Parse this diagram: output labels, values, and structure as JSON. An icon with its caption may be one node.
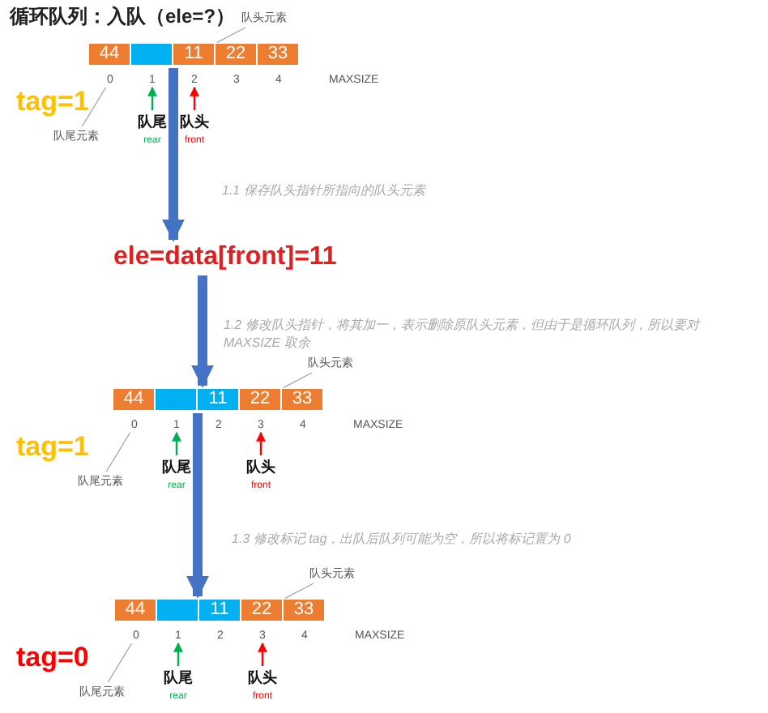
{
  "diagram": {
    "title": "循环队列：入队（ele=?）",
    "nodes": [
      {
        "text": [],
        "shape": "bar"
      },
      {
        "text": [
          "44"
        ],
        "in": 0
      },
      {
        "text": [],
        "shape": "box",
        "in": 0
      },
      {
        "text": [
          "11"
        ],
        "in": 0
      },
      {
        "text": [
          "22"
        ],
        "in": 0
      },
      {
        "text": [
          "33"
        ],
        "in": 0
      },
      {
        "text": [
          "0"
        ]
      },
      {
        "text": [
          "1"
        ]
      },
      {
        "text": [
          "2"
        ]
      },
      {
        "text": [
          "3"
        ]
      },
      {
        "text": [
          "4"
        ]
      },
      {
        "text": [
          "队头元素"
        ]
      },
      {
        "text": [
          "队尾元素"
        ]
      },
      {
        "text": [
          "tag=1"
        ]
      },
      {
        "text": [
          "队尾"
        ],
        "beside": [
          "rear"
        ]
      },
      {
        "text": [
          "队头"
        ],
        "beside": [
          "front"
        ]
      },
      {
        "text": [
          "ele=data[front]=11"
        ]
      },
      {
        "text": [],
        "shape": "bar"
      },
      {
        "text": [
          "44"
        ],
        "in": 17
      },
      {
        "text": [],
        "shape": "box",
        "in": 17
      },
      {
        "text": [
          "11"
        ],
        "in": 17
      },
      {
        "text": [
          "22"
        ],
        "in": 17
      },
      {
        "text": [
          "33"
        ],
        "in": 17
      },
      {
        "text": [
          "0"
        ]
      },
      {
        "text": [
          "1"
        ]
      },
      {
        "text": [
          "2"
        ]
      },
      {
        "text": [
          "3"
        ]
      },
      {
        "text": [
          "4"
        ]
      },
      {
        "text": [
          "队头元素"
        ]
      },
      {
        "text": [
          "队尾元素"
        ]
      },
      {
        "text": [
          "tag=1"
        ]
      },
      {
        "text": [
          "队尾"
        ],
        "beside": [
          "rear"
        ]
      },
      {
        "text": [
          "队头"
        ],
        "beside": [
          "front"
        ]
      },
      {
        "text": [],
        "shape": "bar"
      },
      {
        "text": [
          "44"
        ],
        "in": 33
      },
      {
        "text": [],
        "shape": "box",
        "in": 33
      },
      {
        "text": [
          "11"
        ],
        "in": 33
      },
      {
        "text": [
          "22"
        ],
        "in": 33
      },
      {
        "text": [
          "33"
        ],
        "in": 33
      },
      {
        "text": [
          "0"
        ]
      },
      {
        "text": [
          "1"
        ]
      },
      {
        "text": [
          "2"
        ]
      },
      {
        "text": [
          "3"
        ]
      },
      {
        "text": [
          "4"
        ]
      },
      {
        "text": [
          "队头元素"
        ]
      },
      {
        "text": [
          "队尾元素"
        ]
      },
      {
        "text": [
          "tag=0"
        ]
      },
      {
        "text": [
          "队尾"
        ],
        "beside": [
          "rear"
        ]
      },
      {
        "text": [
          "队头"
        ],
        "beside": [
          "front"
        ]
      }
    ],
    "edges": [
      {
        "from": 11,
        "to": 3,
        "arrow": "none"
      },
      {
        "from": 12,
        "to": 6,
        "arrow": "none"
      },
      {
        "from": 14,
        "to": 7,
        "arrow": "to",
        "color": "#00b050"
      },
      {
        "from": 15,
        "to": 8,
        "arrow": "to",
        "color": "#ff0000"
      },
      {
        "from": 0,
        "to": 16,
        "arrow": "to",
        "style": "thick",
        "color": "#4472c4",
        "label": "1.1 保存队头指针所指向的队头元素"
      },
      {
        "from": 16,
        "to": 17,
        "arrow": "to",
        "style": "thick",
        "color": "#4472c4",
        "label": "1.2 修改队头指针，将其加一，表示删除原队头元素，但由于是循环队列，所以要对 MAXSIZE 取余"
      },
      {
        "from": 28,
        "to": 21,
        "arrow": "none"
      },
      {
        "from": 29,
        "to": 23,
        "arrow": "none"
      },
      {
        "from": 31,
        "to": 24,
        "arrow": "to",
        "color": "#00b050"
      },
      {
        "from": 32,
        "to": 26,
        "arrow": "to",
        "color": "#ff0000"
      },
      {
        "from": 17,
        "to": 33,
        "arrow": "to",
        "style": "thick",
        "color": "#4472c4",
        "label": "1.3 修改标记 tag，出队后队列可能为空，所以将标记置为 0"
      },
      {
        "from": 44,
        "to": 37,
        "arrow": "none"
      },
      {
        "from": 45,
        "to": 39,
        "arrow": "none"
      },
      {
        "from": 47,
        "to": 40,
        "arrow": "to",
        "color": "#00b050"
      },
      {
        "from": 48,
        "to": 42,
        "arrow": "to",
        "color": "#ff0000"
      }
    ],
    "labels": [
      "MAXSIZE",
      "MAXSIZE",
      "MAXSIZE"
    ]
  }
}
